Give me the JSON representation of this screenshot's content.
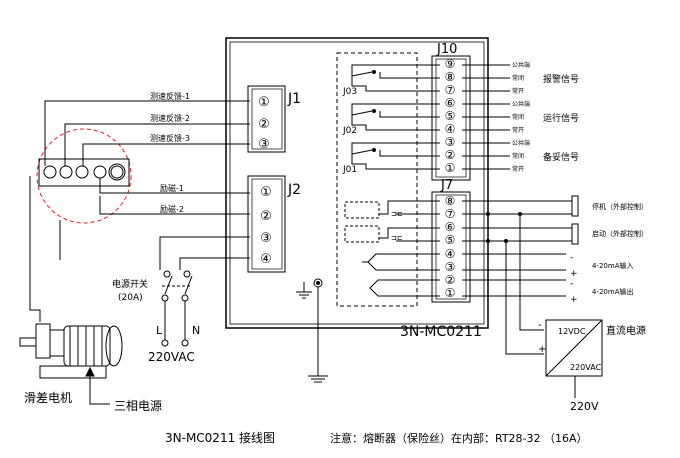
{
  "diagram": {
    "main_label": "3N-MC0211",
    "caption_title": "3N-MC0211 接线图",
    "caption_note": "注意：熔断器（保险丝）在内部：RT28-32 （16A）"
  },
  "j1": {
    "label": "J1",
    "terminals": [
      "①",
      "②",
      "③"
    ],
    "wires": [
      "测速反馈-1",
      "测速反馈-2",
      "测速反馈-3"
    ]
  },
  "j2": {
    "label": "J2",
    "terminals": [
      "①",
      "②",
      "③",
      "④"
    ],
    "wires": [
      "励磁-1",
      "励磁-2"
    ]
  },
  "j10": {
    "label": "J10",
    "terminals": [
      "⑨",
      "⑧",
      "⑦",
      "⑥",
      "⑤",
      "④",
      "③",
      "②",
      "①"
    ],
    "relays": [
      "J03",
      "J02",
      "J01"
    ],
    "contacts": [
      "公共端",
      "常闭",
      "常开",
      "公共端",
      "常闭",
      "常开",
      "公共端",
      "常闭",
      "常开"
    ],
    "signals": [
      "报警信号",
      "运行信号",
      "备妥信号"
    ]
  },
  "j7": {
    "label": "J7",
    "terminals": [
      "⑧",
      "⑦",
      "⑥",
      "⑤",
      "④",
      "③",
      "②",
      "①"
    ],
    "stop_label": "停机（外部控制）",
    "start_label": "启动（外部控制）",
    "input_label": "4-20mA输入",
    "output_label": "4-20mA输出",
    "plus": "+",
    "minus": "-"
  },
  "power_switch": {
    "label": "电源开关",
    "rating": "(20A)",
    "l_label": "L",
    "n_label": "N",
    "voltage": "220VAC"
  },
  "motor": {
    "label": "滑差电机",
    "power_label": "三相电源"
  },
  "dc_supply": {
    "label": "直流电源",
    "out_label": "12VDC",
    "in_label": "220VAC",
    "plus": "+",
    "minus": "-",
    "supply_voltage": "220V"
  }
}
